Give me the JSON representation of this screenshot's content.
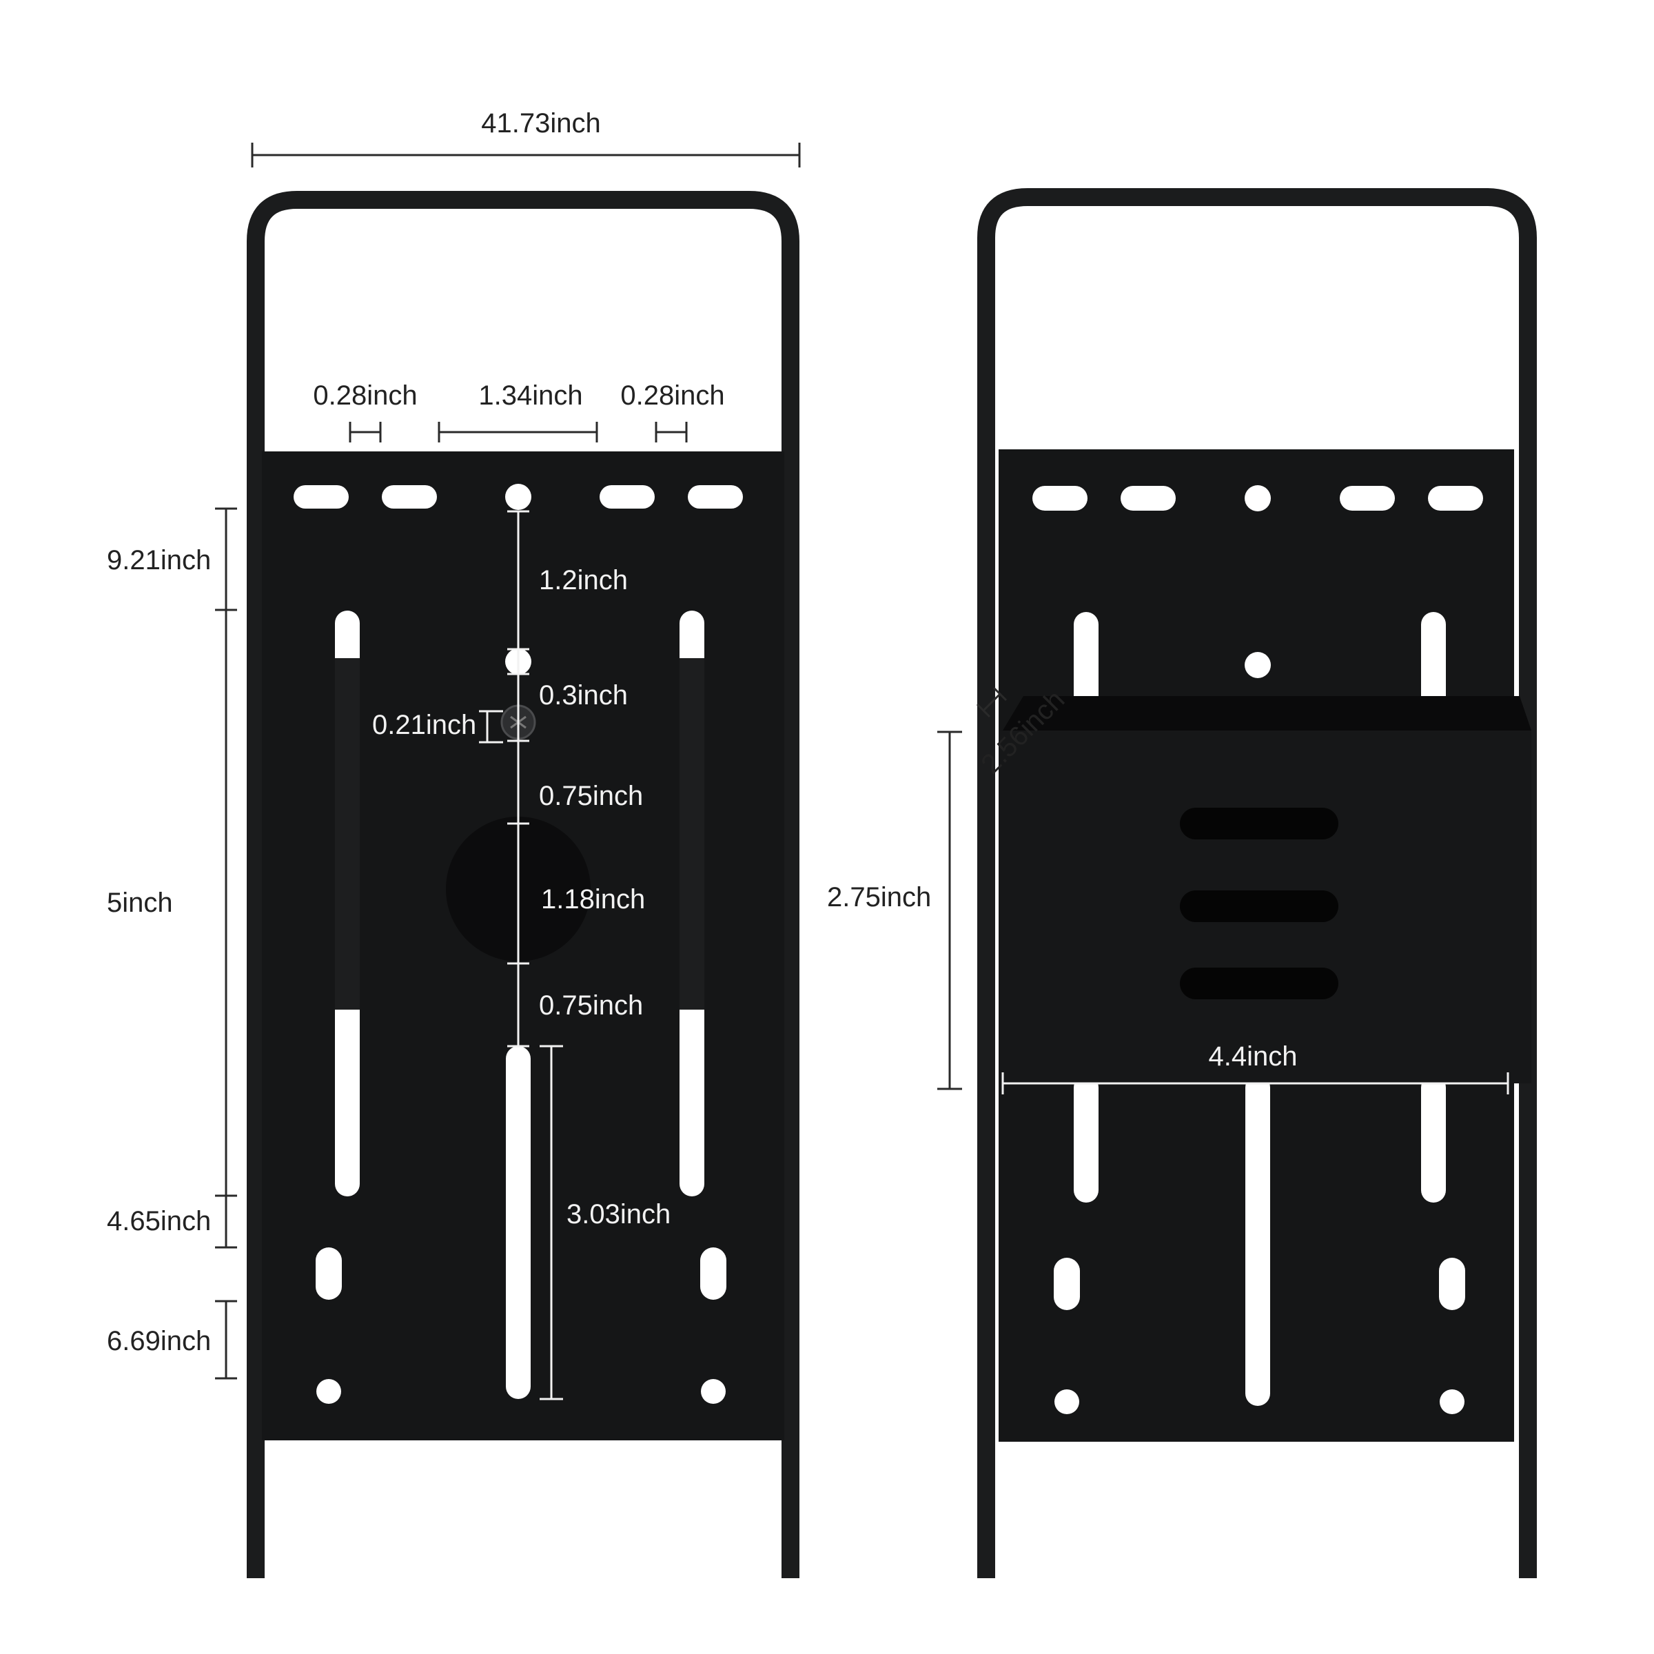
{
  "colors": {
    "background": "#ffffff",
    "metal": "#151617",
    "frame": "#1b1c1d",
    "hole": "#ffffff",
    "dimension_line": "#2a2a2a",
    "text": "#222222"
  },
  "left_view": {
    "dimensions": {
      "overall_width": "41.73inch",
      "slot_width_left": "0.28inch",
      "hole_spacing": "1.34inch",
      "slot_width_right": "0.28inch",
      "top_to_upper_slot": "9.21inch",
      "slot_section": "5inch",
      "lower_gap": "4.65inch",
      "bottom_hole_section": "6.69inch",
      "hole_to_keyhole": "1.2inch",
      "keyhole": "0.3inch",
      "screw": "0.21inch",
      "screw_to_circle": "0.75inch",
      "circle_diameter": "1.18inch",
      "circle_to_slot": "0.75inch",
      "center_slot_length": "3.03inch"
    }
  },
  "right_view": {
    "dimensions": {
      "tray_depth": "2.56inch",
      "tray_height": "2.75inch",
      "tray_width": "4.4inch"
    }
  }
}
